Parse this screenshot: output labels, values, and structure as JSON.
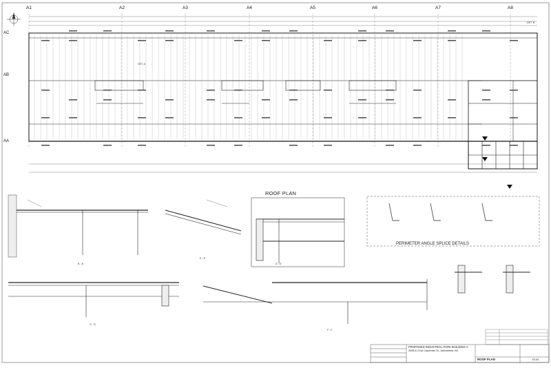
{
  "drawing": {
    "column_grid": [
      "A1",
      "A2",
      "A3",
      "A4",
      "A5",
      "A6",
      "A7",
      "A8"
    ],
    "row_grid": [
      "AC",
      "AB",
      "AA"
    ],
    "plan_title": "ROOF PLAN",
    "splice_title": "PERIMETER ANGLE SPLICE DETAILS",
    "detail_a": "DET. A",
    "detail_b": "DET. B",
    "section_tags": [
      "B - B",
      "E - E",
      "G - G",
      "D - D",
      "F - F"
    ]
  },
  "title_block": {
    "project": "PROPOSED INDUSTRIAL PARK BUILDING A",
    "address": "2008 & 2116 Carpenter St., Abbotsford, BC",
    "sheet_name": "ROOF PLAN",
    "sheet_number": "E104"
  }
}
